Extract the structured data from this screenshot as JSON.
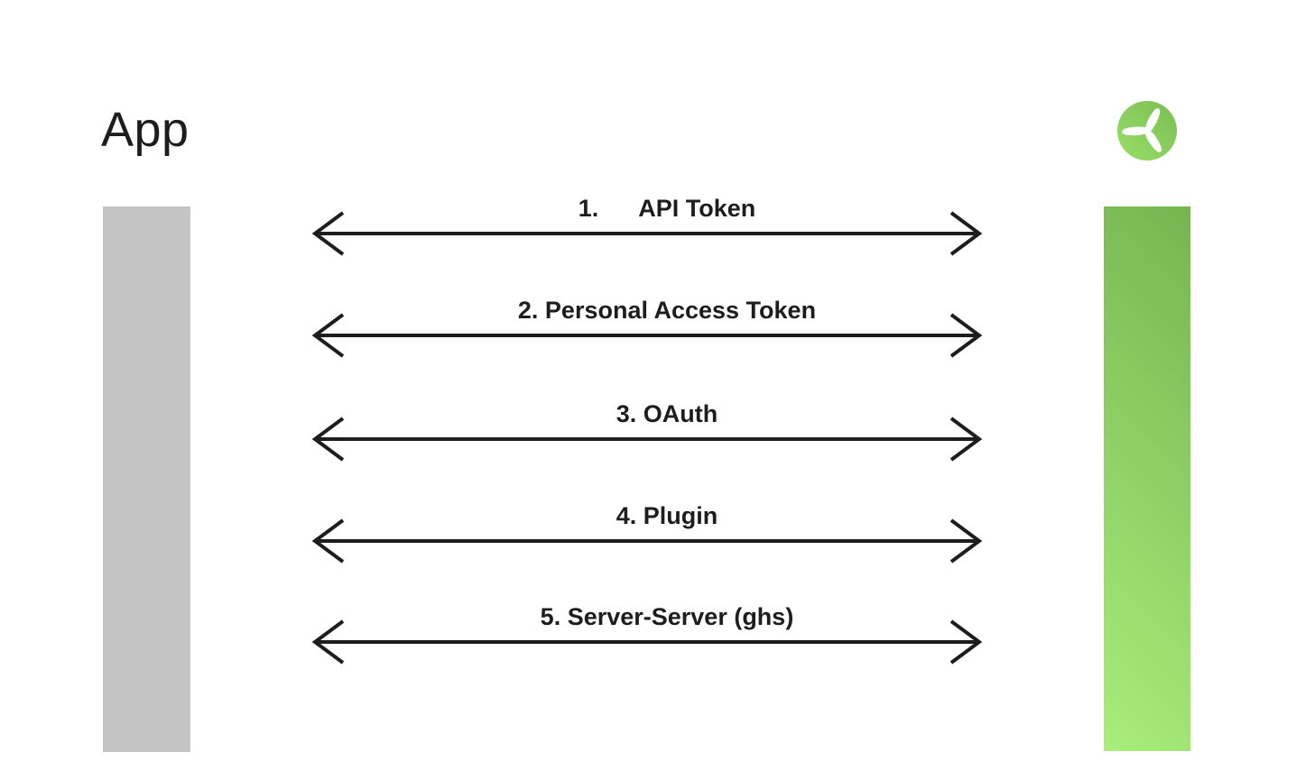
{
  "title": "App",
  "logo": {
    "icon": "propeller-logo",
    "shape": "green circle with white three-blade propeller"
  },
  "connections": [
    {
      "label": "1.      API Token"
    },
    {
      "label": "2. Personal Access Token"
    },
    {
      "label": "3. OAuth"
    },
    {
      "label": "4. Plugin"
    },
    {
      "label": "5. Server-Server (ghs)"
    }
  ],
  "colors": {
    "ink": "#1d1d1d",
    "bar-gray": "#c4c4c4",
    "green-dark": "#76b451",
    "green-light": "#a8ee7a",
    "logo-green-dark": "#7cbd53",
    "logo-green-light": "#97df69",
    "blade-white": "#ffffff"
  }
}
